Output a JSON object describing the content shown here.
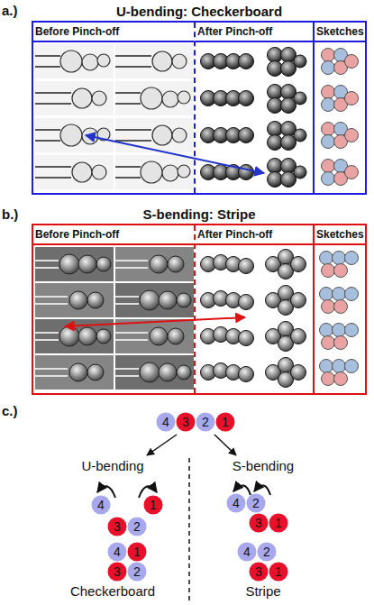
{
  "diagram": {
    "nodes": [
      {
        "text": [
          "U-bending: Checkerboard"
        ]
      },
      {
        "text": [
          "Before Pinch-off"
        ],
        "in": 0
      },
      {
        "text": [
          "After Pinch-off"
        ],
        "in": 0
      },
      {
        "text": [
          "Sketches"
        ],
        "in": 0
      },
      {
        "text": [
          "S-bending: Stripe"
        ]
      },
      {
        "text": [
          "Before Pinch-off"
        ],
        "in": 4
      },
      {
        "text": [
          "After Pinch-off"
        ],
        "in": 4
      },
      {
        "text": [
          "Sketches"
        ],
        "in": 4
      },
      {
        "text": [
          "4"
        ]
      },
      {
        "text": [
          "3"
        ]
      },
      {
        "text": [
          "2"
        ]
      },
      {
        "text": [
          "1"
        ]
      },
      {
        "text": [
          "4"
        ]
      },
      {
        "text": [
          "1"
        ]
      },
      {
        "text": [
          "3"
        ]
      },
      {
        "text": [
          "2"
        ]
      },
      {
        "text": [
          "4"
        ]
      },
      {
        "text": [
          "1"
        ]
      },
      {
        "text": [
          "3"
        ]
      },
      {
        "text": [
          "2"
        ]
      },
      {
        "text": [
          "4"
        ]
      },
      {
        "text": [
          "2"
        ]
      },
      {
        "text": [
          "3"
        ]
      },
      {
        "text": [
          "1"
        ]
      },
      {
        "text": [
          "4"
        ]
      },
      {
        "text": [
          "2"
        ]
      },
      {
        "text": [
          "3"
        ]
      },
      {
        "text": [
          "1"
        ]
      }
    ],
    "labels": [
      "a.)",
      "b.)",
      "c.)",
      "U-bending",
      "S-bending",
      "Checkerboard",
      "Stripe"
    ]
  }
}
